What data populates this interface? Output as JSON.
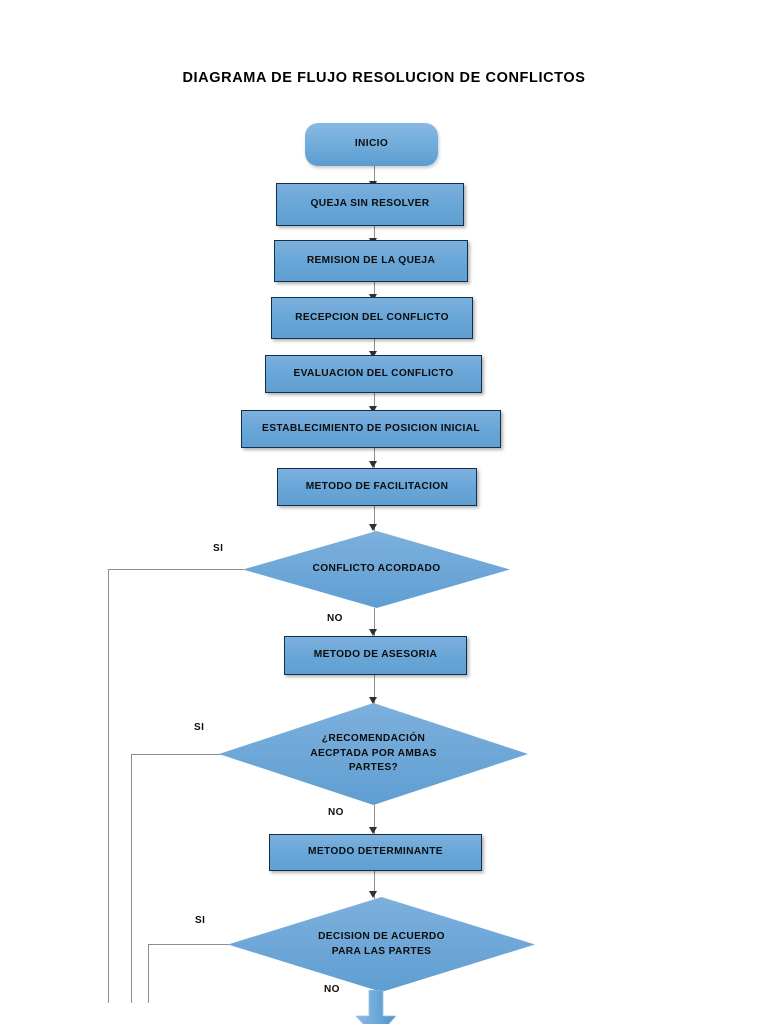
{
  "page": {
    "title": "DIAGRAMA DE FLUJO RESOLUCION DE CONFLICTOS",
    "background_color": "#ffffff",
    "shape_fill_color": "#6aa7d8",
    "shape_border_color": "#11304e",
    "connector_color": "#8d8d8d",
    "text_color": "#0d0d0d"
  },
  "nodes": {
    "start": {
      "label": "INICIO",
      "type": "terminator"
    },
    "n1": {
      "label": "QUEJA SIN RESOLVER",
      "type": "process"
    },
    "n2": {
      "label": "REMISION DE LA QUEJA",
      "type": "process"
    },
    "n3": {
      "label": "RECEPCION DEL CONFLICTO",
      "type": "process"
    },
    "n4": {
      "label": "EVALUACION DEL CONFLICTO",
      "type": "process"
    },
    "n5": {
      "label": "ESTABLECIMIENTO DE POSICION INICIAL",
      "type": "process"
    },
    "n6": {
      "label": "METODO DE FACILITACION",
      "type": "process"
    },
    "d1": {
      "label": "CONFLICTO ACORDADO",
      "type": "decision"
    },
    "n7": {
      "label": "METODO DE ASESORIA",
      "type": "process"
    },
    "d2": {
      "label": "¿RECOMENDACIÓN AECPTADA POR AMBAS PARTES?",
      "line1": "¿RECOMENDACIÓN",
      "line2": "AECPTADA POR AMBAS",
      "line3": "PARTES?",
      "type": "decision"
    },
    "n8": {
      "label": "METODO DETERMINANTE",
      "type": "process"
    },
    "d3": {
      "label": "DECISION DE ACUERDO PARA LAS PARTES",
      "line1": "DECISION DE ACUERDO",
      "line2": "PARA LAS PARTES",
      "type": "decision"
    },
    "end_arrow": {
      "label": "",
      "type": "block-arrow-down"
    }
  },
  "edge_labels": {
    "d1_yes": "SI",
    "d1_no": "NO",
    "d2_yes": "SI",
    "d2_no": "NO",
    "d3_yes": "SI",
    "d3_no": "NO"
  }
}
